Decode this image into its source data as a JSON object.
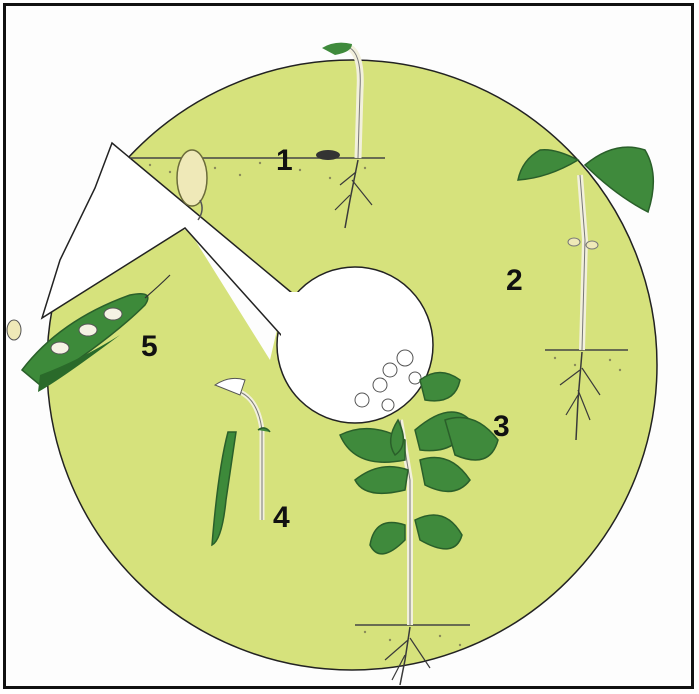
{
  "diagram": {
    "stages": [
      {
        "id": "1",
        "label": "1"
      },
      {
        "id": "2",
        "label": "2"
      },
      {
        "id": "3",
        "label": "3"
      },
      {
        "id": "4",
        "label": "4"
      },
      {
        "id": "5",
        "label": "5"
      }
    ],
    "colors": {
      "ring": "#d6e27c",
      "leaf": "#3f8a3c",
      "leaf_dark": "#2a5f2a",
      "pod": "#3d8a3a",
      "stem": "#f2f0dc",
      "root": "#3a3a3a",
      "soil": "#8a8a5a",
      "seed": "#efe9b8",
      "flower": "#ffffff",
      "border": "#111111"
    }
  }
}
